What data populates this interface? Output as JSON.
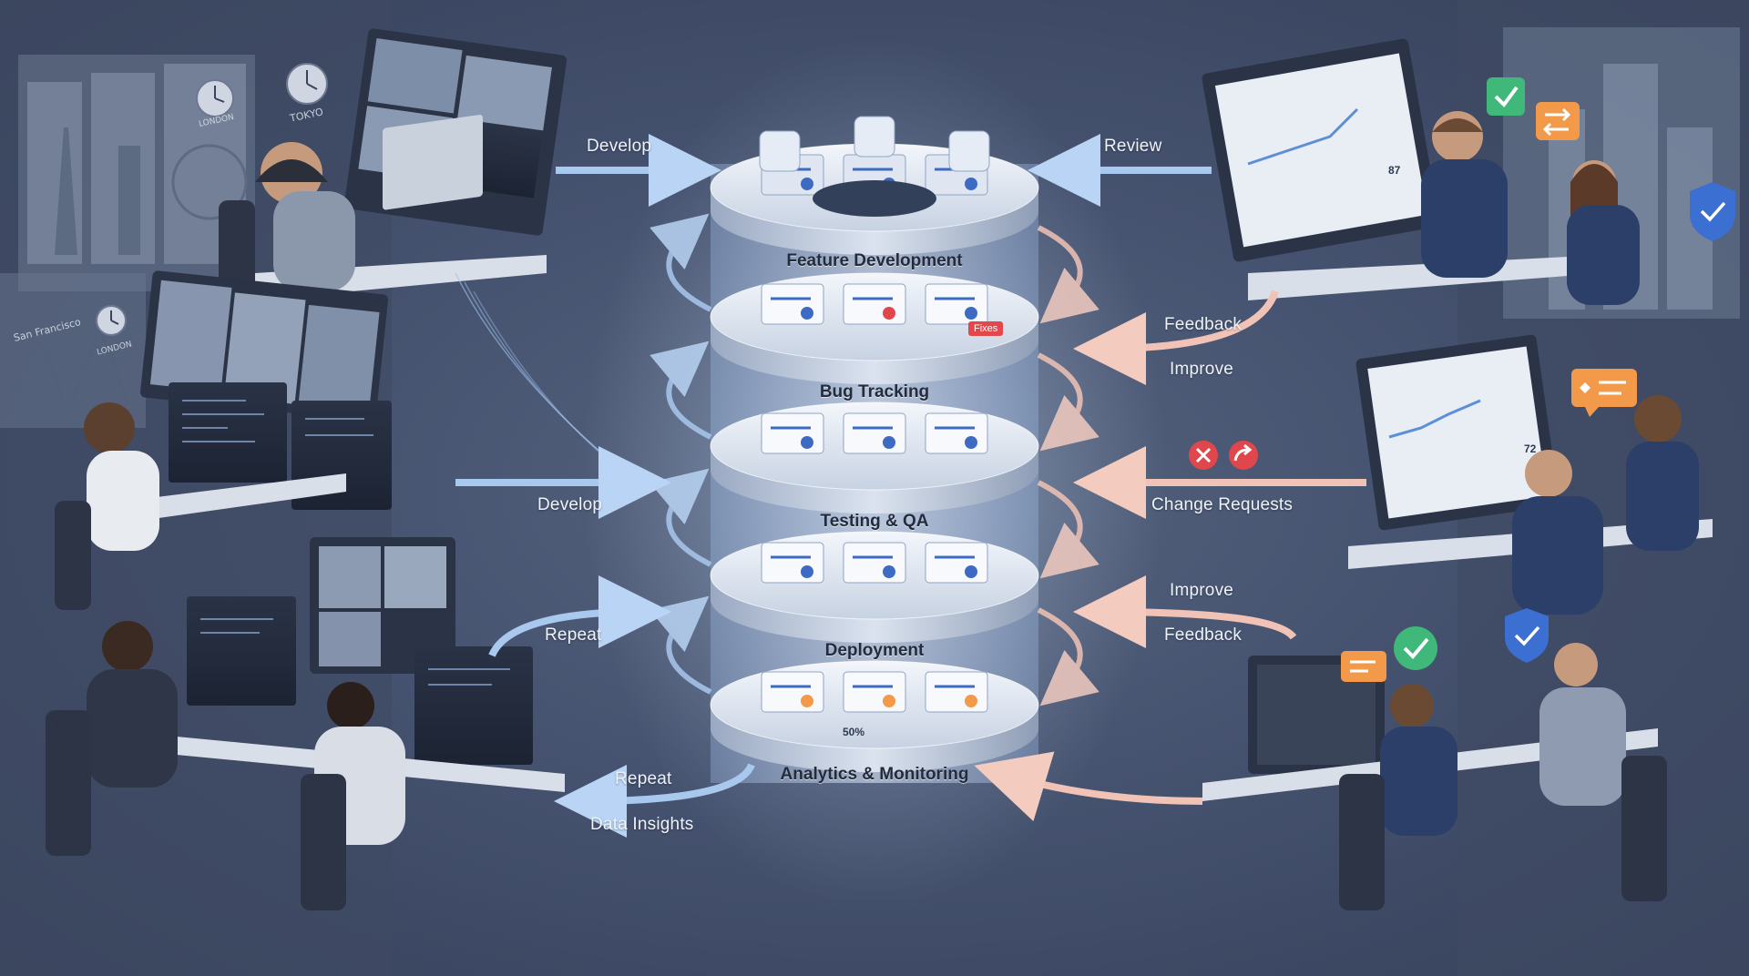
{
  "flow_labels": {
    "develop_top": "Develop",
    "develop_mid": "Develop",
    "repeat_left": "Repeat",
    "repeat_bottom": "Repeat",
    "data_insights": "Data Insights",
    "review": "Review",
    "feedback_top": "Feedback",
    "improve_top": "Improve",
    "change_requests": "Change Requests",
    "improve_bottom": "Improve",
    "feedback_bottom": "Feedback"
  },
  "layers": [
    {
      "label": "Feature Development"
    },
    {
      "label": "Bug Tracking"
    },
    {
      "label": "Testing & QA"
    },
    {
      "label": "Deployment"
    },
    {
      "label": "Analytics & Monitoring"
    }
  ],
  "cities": {
    "tokyo": "TOKYO",
    "london_top": "LONDON",
    "san_francisco": "San Francisco",
    "london_bottom": "LONDON"
  },
  "badges": {
    "fixes": "Fixes",
    "analytics_percent": "50%",
    "score_top": "87",
    "score_mid": "72"
  },
  "colors": {
    "background": "#465370",
    "arrow_left": "#a9c8ee",
    "arrow_right": "#f0c3b6",
    "reject": "#e0474c",
    "approve": "#3fb87a",
    "tower": "#dfe7f2"
  }
}
